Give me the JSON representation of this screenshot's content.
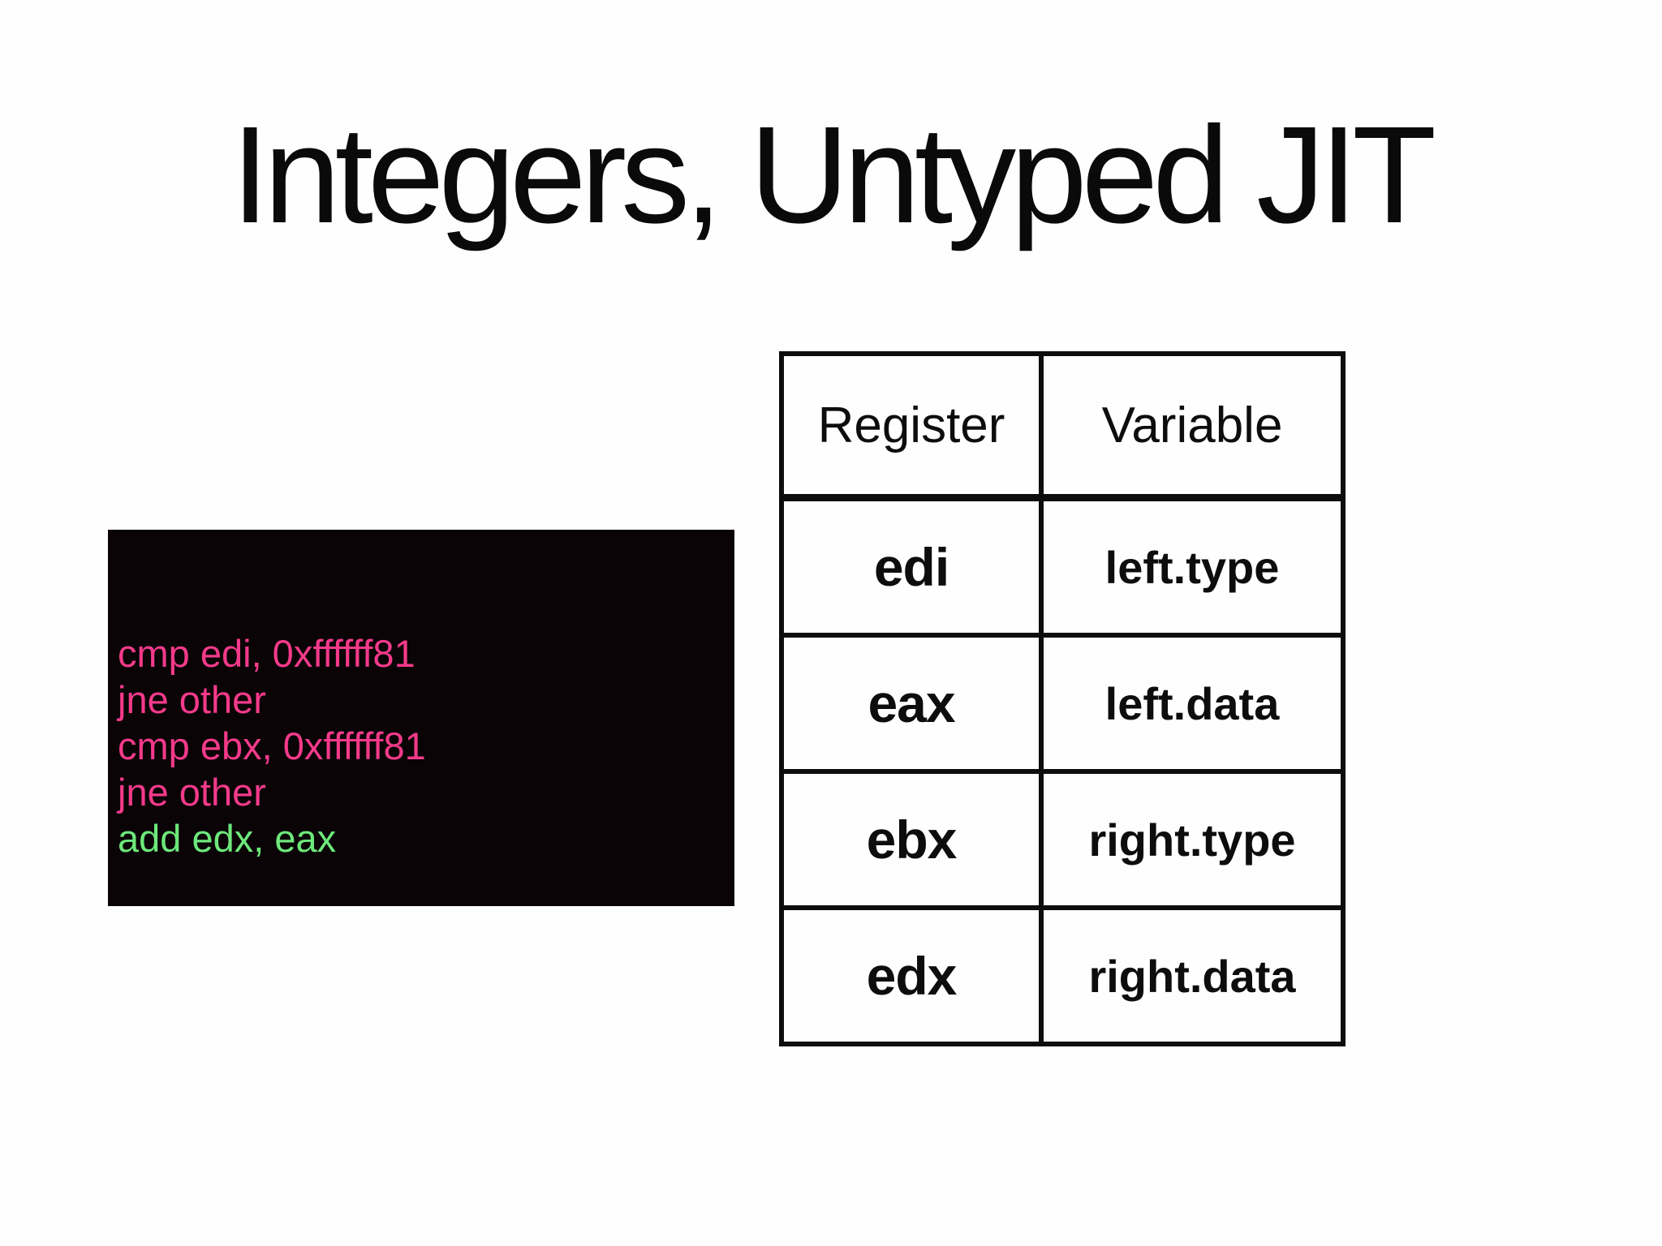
{
  "slide": {
    "title": "Integers, Untyped JIT",
    "code_block": {
      "lines": [
        {
          "text": "cmp edi, 0xffffff81",
          "color": "pink"
        },
        {
          "text": "jne other",
          "color": "pink"
        },
        {
          "text": "cmp ebx, 0xffffff81",
          "color": "pink"
        },
        {
          "text": "jne other",
          "color": "pink"
        },
        {
          "text": "add edx, eax",
          "color": "green"
        }
      ]
    },
    "table": {
      "headers": [
        "Register",
        "Variable"
      ],
      "rows": [
        [
          "edi",
          "left.type"
        ],
        [
          "eax",
          "left.data"
        ],
        [
          "ebx",
          "right.type"
        ],
        [
          "edx",
          "right.data"
        ]
      ]
    },
    "colors": {
      "slide_background": "#fefefe",
      "code_background": "#0a0407",
      "code_pink": "#f43a8a",
      "code_green": "#6de87a",
      "table_border": "#0d0d0d",
      "text": "#0a0a0a"
    }
  }
}
